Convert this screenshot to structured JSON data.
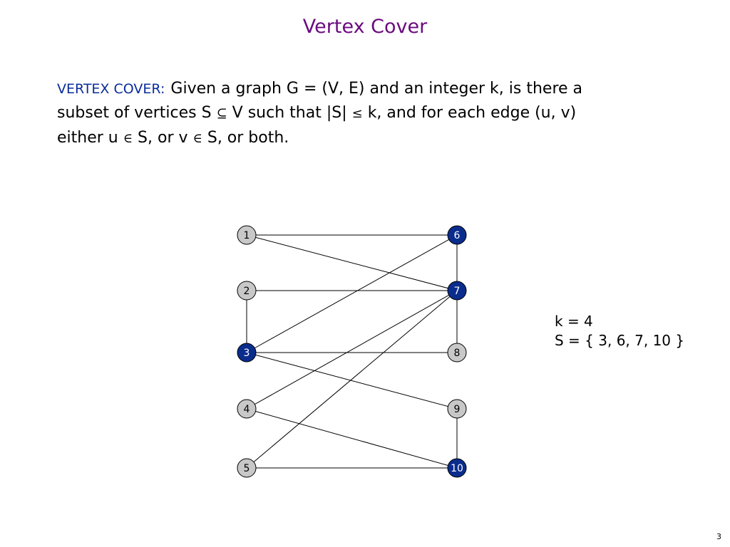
{
  "slide": {
    "title": "Vertex Cover",
    "page_number": "3"
  },
  "definition": {
    "term": "VERTEX COVER:",
    "seg1": "Given a graph G = (V, E) and an integer k, is there a",
    "seg2": "subset of vertices S ",
    "subseteq": "⊆",
    "seg3": " V such that |S| ",
    "leq": "≤",
    "seg4": " k, and for each edge (u, v)",
    "seg5": "either u ",
    "in1": "∈",
    "seg6": " S, or v ",
    "in2": "∈",
    "seg7": " S, or both."
  },
  "answer": {
    "k_line": "k = 4",
    "s_line": "S = { 3, 6, 7, 10 }"
  },
  "graph": {
    "colors": {
      "selected_fill": "#0a2c8c",
      "unselected_fill": "#c8c8c8",
      "selected_text": "#ffffff",
      "unselected_text": "#000000"
    },
    "nodes": [
      {
        "id": 1,
        "label": "1",
        "selected": false
      },
      {
        "id": 2,
        "label": "2",
        "selected": false
      },
      {
        "id": 3,
        "label": "3",
        "selected": true
      },
      {
        "id": 4,
        "label": "4",
        "selected": false
      },
      {
        "id": 5,
        "label": "5",
        "selected": false
      },
      {
        "id": 6,
        "label": "6",
        "selected": true
      },
      {
        "id": 7,
        "label": "7",
        "selected": true
      },
      {
        "id": 8,
        "label": "8",
        "selected": false
      },
      {
        "id": 9,
        "label": "9",
        "selected": false
      },
      {
        "id": 10,
        "label": "10",
        "selected": true
      }
    ],
    "edges": [
      [
        1,
        6
      ],
      [
        1,
        7
      ],
      [
        2,
        7
      ],
      [
        2,
        3
      ],
      [
        3,
        6
      ],
      [
        3,
        8
      ],
      [
        3,
        9
      ],
      [
        4,
        7
      ],
      [
        4,
        10
      ],
      [
        5,
        7
      ],
      [
        5,
        10
      ],
      [
        6,
        7
      ],
      [
        7,
        8
      ],
      [
        9,
        10
      ]
    ]
  }
}
